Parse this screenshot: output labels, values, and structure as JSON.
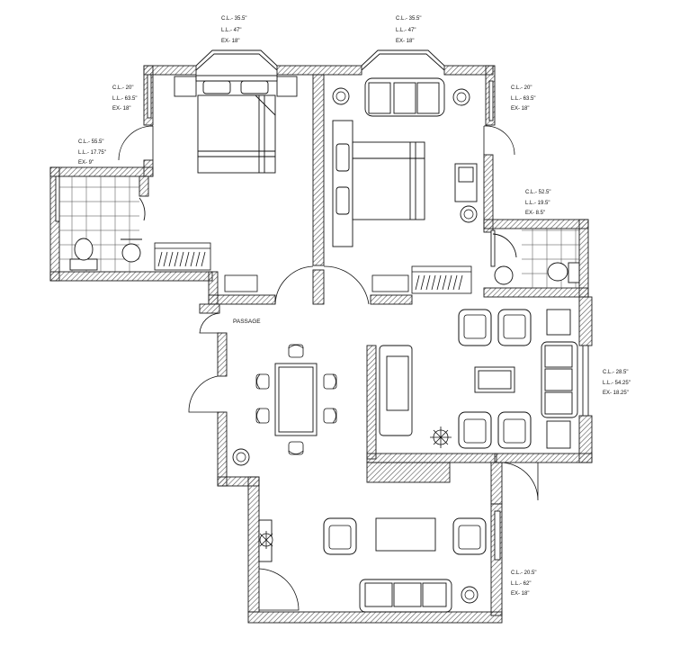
{
  "rooms": {
    "passage_label": "PASSAGE"
  },
  "notes": [
    {
      "id": "window-top-left",
      "cl": "C.L.- 35.5\"",
      "ll": "L.L.- 47\"",
      "ex": "EX- 18\""
    },
    {
      "id": "window-top-right",
      "cl": "C.L.- 35.5\"",
      "ll": "L.L.- 47\"",
      "ex": "EX- 18\""
    },
    {
      "id": "window-bed1",
      "cl": "C.L.- 20\"",
      "ll": "L.L.- 63.5\"",
      "ex": "EX- 18\""
    },
    {
      "id": "window-bed2",
      "cl": "C.L.- 20\"",
      "ll": "L.L.- 63.5\"",
      "ex": "EX- 18\""
    },
    {
      "id": "window-bath1",
      "cl": "C.L.- 55.5\"",
      "ll": "L.L.- 17.75\"",
      "ex": "EX- 9\""
    },
    {
      "id": "window-bath2",
      "cl": "C.L.- 52.5\"",
      "ll": "L.L.- 19.5\"",
      "ex": "EX- 8.5\""
    },
    {
      "id": "window-living",
      "cl": "C.L.- 28.5\"",
      "ll": "L.L.- 54.25\"",
      "ex": "EX- 18.25\""
    },
    {
      "id": "window-lounge",
      "cl": "C.L.- 20.5\"",
      "ll": "L.L.- 62\"",
      "ex": "EX- 18\""
    }
  ],
  "colors": {
    "line": "#1a1a1a",
    "hatch": "#555555",
    "background": "#ffffff"
  }
}
